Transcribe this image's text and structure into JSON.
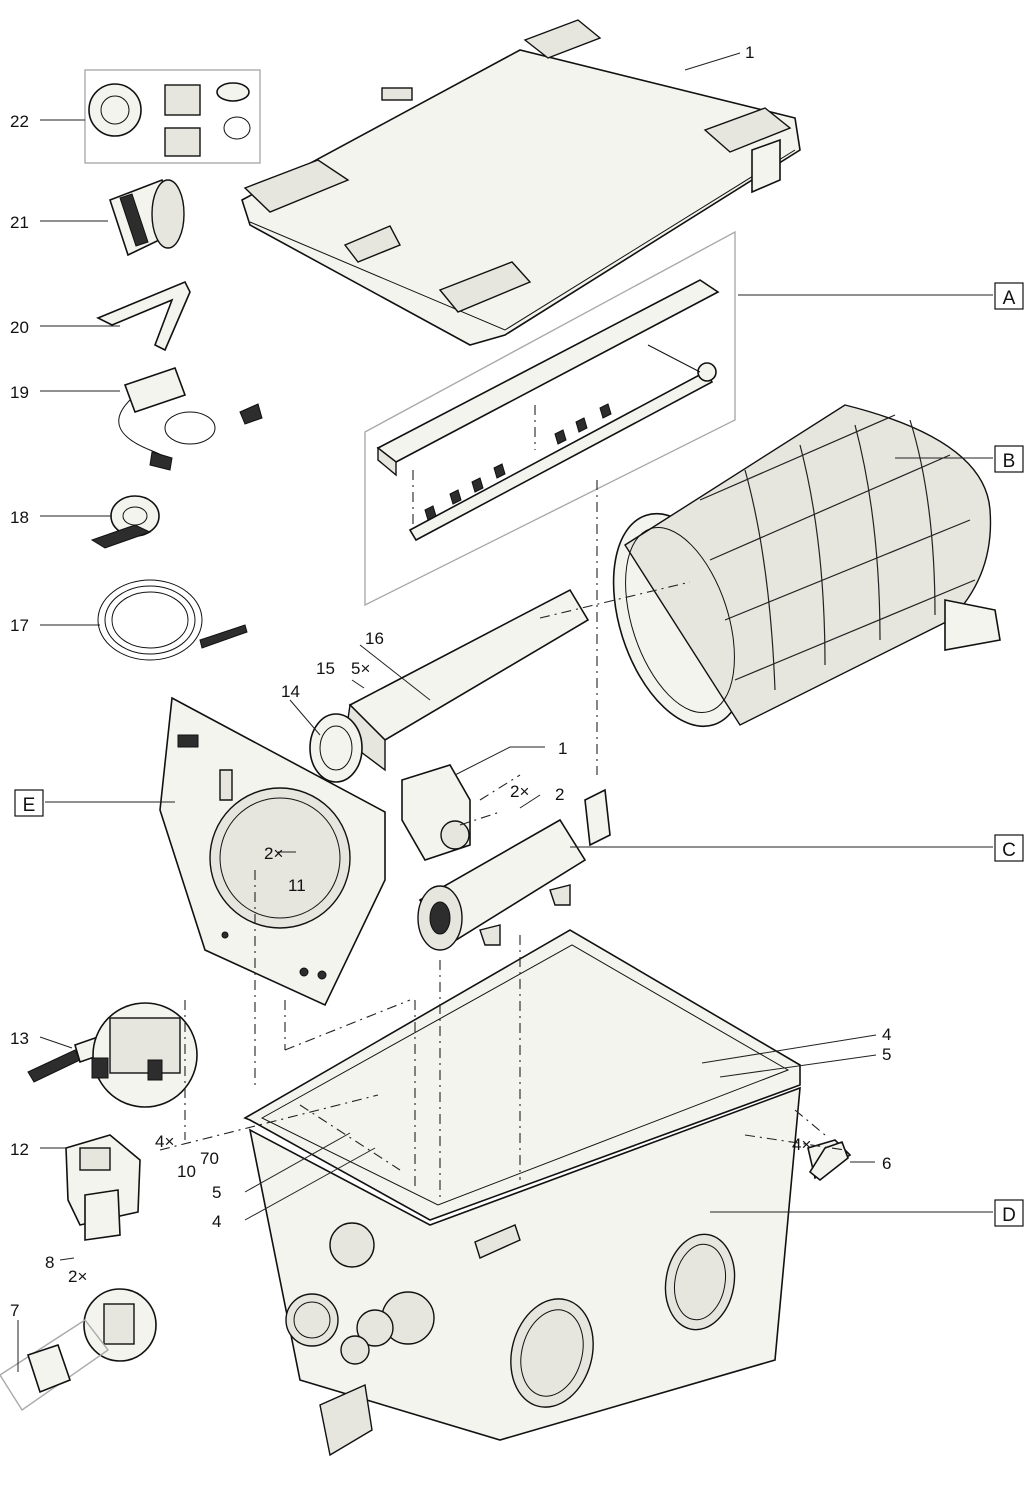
{
  "labels": {
    "n1_top": "1",
    "n22": "22",
    "n21": "21",
    "n20": "20",
    "n19": "19",
    "n18": "18",
    "n17": "17",
    "n16": "16",
    "n15": "15",
    "n15_qty": "5×",
    "n14": "14",
    "n1_mid": "1",
    "n2": "2",
    "n2_qty": "2×",
    "n11": "11",
    "n11_qty": "2×",
    "n13": "13",
    "n12": "12",
    "n10": "10",
    "n10_qty": "4×",
    "n70": "70",
    "n5_left": "5",
    "n4_left": "4",
    "n8": "8",
    "n8_qty": "2×",
    "n7": "7",
    "n4_right": "4",
    "n5_right": "5",
    "n6_qty": "4×",
    "n6": "6"
  },
  "boxes": {
    "A": "A",
    "B": "B",
    "C": "C",
    "D": "D",
    "E": "E"
  }
}
